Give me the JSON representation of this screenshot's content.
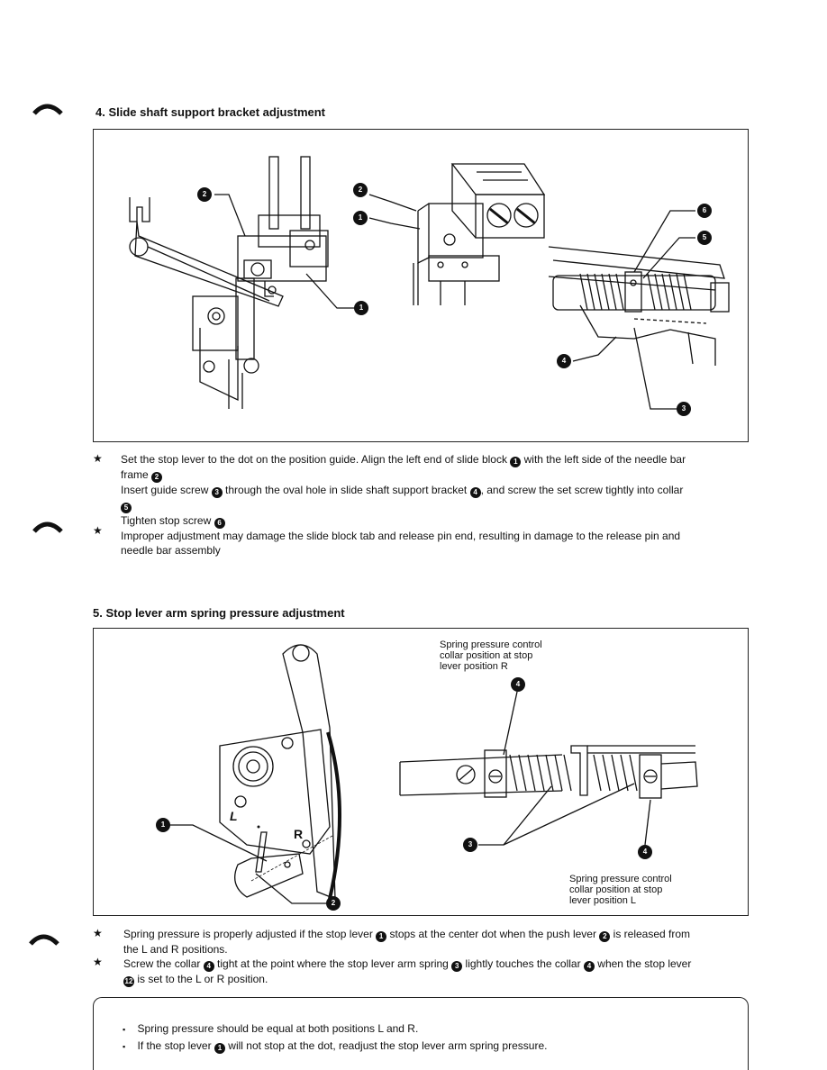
{
  "section4": {
    "heading": "4.  Slide shaft support bracket adjustment",
    "callouts": [
      "2",
      "1",
      "2",
      "1",
      "6",
      "5",
      "4",
      "3"
    ],
    "p1a": "Set the stop lever to the dot on the position guide. Align the left end of slide block ",
    "p1b": " with the left side of the needle bar",
    "p1c": "frame ",
    "p2a": "Insert guide screw ",
    "p2b": " through the oval hole in slide shaft support bracket ",
    "p2c": ", and screw the set screw tightly into collar",
    "p3a": "Tighten stop screw ",
    "p4": "Improper adjustment may damage the slide block tab and release pin end, resulting in damage to the release pin and",
    "p4b": "needle bar assembly"
  },
  "section5": {
    "heading": "5.  Stop lever arm spring pressure adjustment",
    "label_r": "Spring pressure control\ncollar position at stop\nlever position R",
    "label_l": "Spring pressure control\ncollar position at stop\nlever position L",
    "dial_l": "L",
    "dial_r": "R",
    "callouts": [
      "1",
      "2",
      "4",
      "3",
      "4"
    ],
    "p1a": "Spring pressure is properly adjusted if the stop lever ",
    "p1b": " stops at the center dot when the push lever ",
    "p1c": " is released from",
    "p1d": "the L and R positions.",
    "p2a": "Screw the collar ",
    "p2b": " tight at the point where the stop lever arm spring ",
    "p2c": " lightly touches the collar ",
    "p2d": " when the stop lever",
    "p2e": " is set to the L or R position."
  },
  "note": {
    "line1": "Spring pressure should be equal at both positions L and R.",
    "line2a": "If the stop lever ",
    "line2b": " will not stop at the dot, readjust the stop lever arm spring pressure."
  },
  "symbols": {
    "star": "★",
    "bullet": "▪",
    "c1": "1",
    "c2": "2",
    "c3": "3",
    "c4": "4",
    "c5": "5",
    "c6": "6",
    "c12": "12"
  }
}
